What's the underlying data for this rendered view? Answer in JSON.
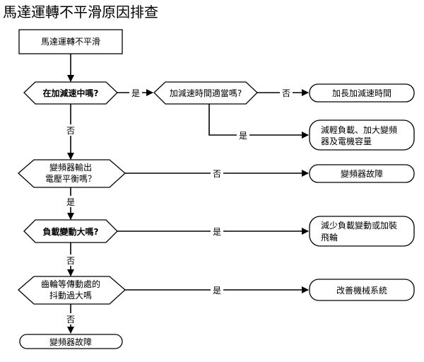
{
  "title": "馬達運轉不平滑原因排查",
  "nodes": {
    "start": "馬達運轉不平滑",
    "q_accel": "在加減速中嗎?",
    "q_accel_time": "加減速時間適當嗎?",
    "r_lengthen": "加長加減速時間",
    "r_reduce_load": [
      "減輕負載、加大變頻",
      "器及電機容量"
    ],
    "q_voltage": [
      "變頻器輸出",
      "電壓平衡嗎？"
    ],
    "r_fault_1": "變頻器故障",
    "q_load": "負載變動大嗎?",
    "r_flywheel": [
      "減少負載變動或加裝",
      "飛輪"
    ],
    "q_vibration": [
      "齒輪等傳動處的",
      "抖動過大嗎"
    ],
    "r_mechanical": "改善機械系統",
    "r_fault_2": "變頻器故障"
  },
  "edges": {
    "yes": "是",
    "no": "否"
  }
}
